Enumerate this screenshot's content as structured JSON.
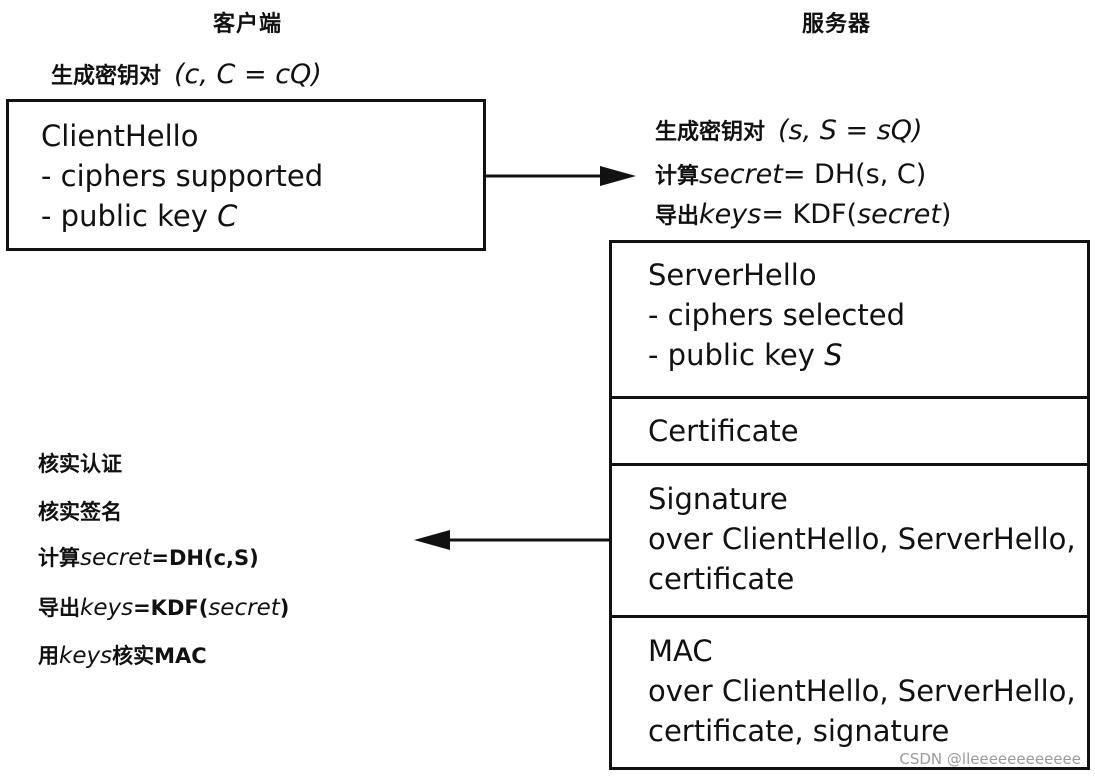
{
  "columns": {
    "client_title": "客户端",
    "server_title": "服务器"
  },
  "client_keygen": {
    "label": "生成密钥对",
    "formula": "(c, C = cQ)"
  },
  "client_hello": {
    "title": "ClientHello",
    "line1": "- ciphers supported",
    "line2_prefix": "- public key ",
    "line2_var": "C"
  },
  "server_steps": {
    "keygen_label": "生成密钥对",
    "keygen_formula": "(s, S = sQ)",
    "compute_label": "计算",
    "compute_var": "secret",
    "compute_expr": "= DH(s, C)",
    "derive_label": "导出",
    "derive_var": "keys",
    "derive_expr": "= KDF(",
    "derive_arg": "secret",
    "derive_close": ")"
  },
  "server_messages": {
    "server_hello": {
      "title": "ServerHello",
      "line1": "- ciphers selected",
      "line2_prefix": "- public key ",
      "line2_var": "S"
    },
    "certificate": {
      "title": "Certificate"
    },
    "signature": {
      "title": "Signature",
      "line1": "over ClientHello, ServerHello,",
      "line2": "certificate"
    },
    "mac": {
      "title": "MAC",
      "line1": "over ClientHello, ServerHello,",
      "line2": "certificate, signature"
    }
  },
  "client_verify": {
    "step1": "核实认证",
    "step2": "核实签名",
    "step3_label": "计算",
    "step3_var": "secret",
    "step3_expr": "=DH(c,S)",
    "step4_label": "导出",
    "step4_var": "keys",
    "step4_expr": "=KDF(",
    "step4_arg": "secret",
    "step4_close": ")",
    "step5_label": "用",
    "step5_var": "keys",
    "step5_expr": "核实MAC"
  },
  "watermark": "CSDN @lleeeeeeeeeeee",
  "colors": {
    "ink": "#111111",
    "watermark": "#9a9a9a",
    "background": "#ffffff"
  }
}
